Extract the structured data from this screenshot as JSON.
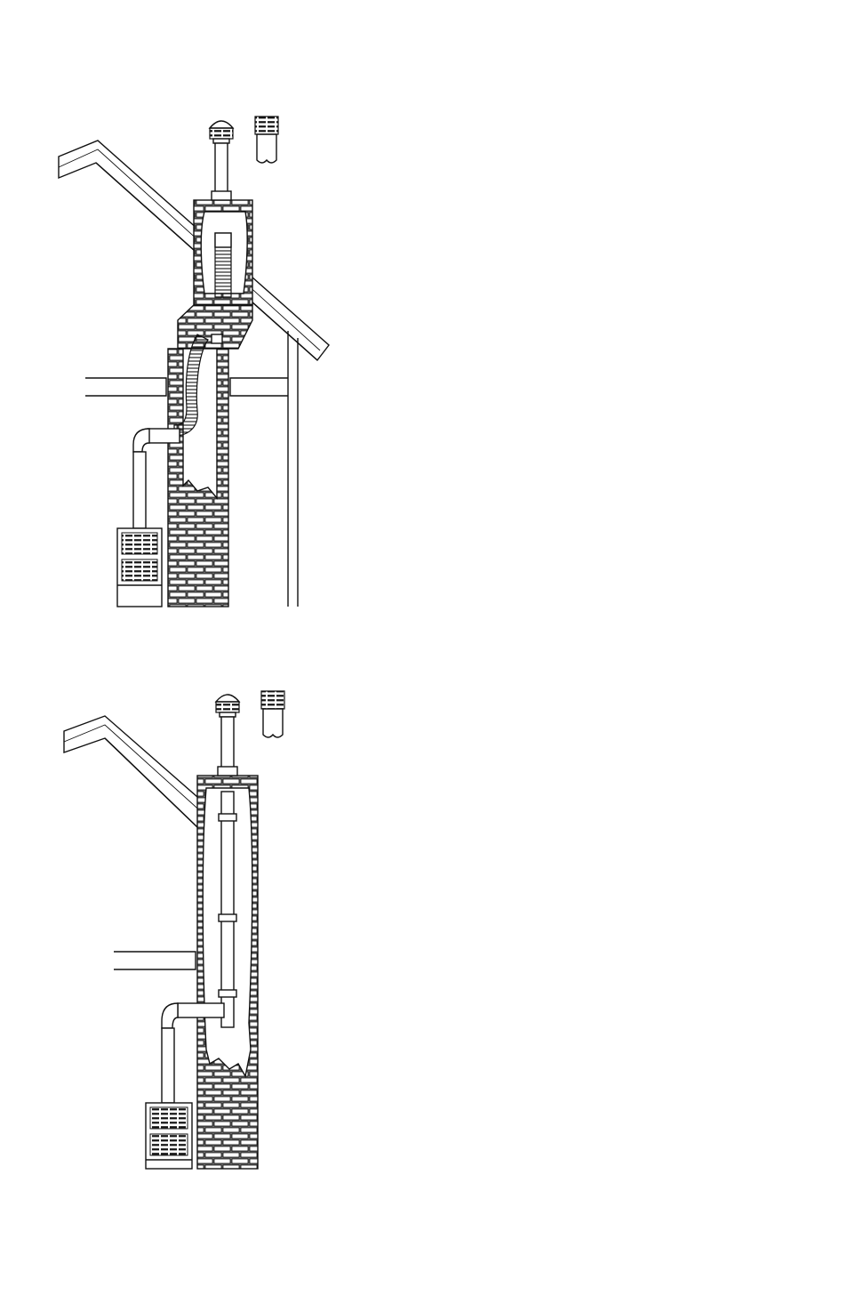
{
  "diagrams": [
    {
      "id": "masonry-chimney-flexible-liner",
      "elements": [
        "roof",
        "vent-cap",
        "alternate-vent-cap",
        "rigid-vent-pipe",
        "flexible-liner",
        "masonry-chimney",
        "ceiling-joist",
        "appliance",
        "vent-connector",
        "exterior-wall"
      ]
    },
    {
      "id": "masonry-chimney-rigid-liner",
      "elements": [
        "roof",
        "vent-cap",
        "alternate-vent-cap",
        "rigid-liner",
        "masonry-chimney",
        "ceiling-joist",
        "appliance",
        "vent-connector"
      ]
    }
  ],
  "colors": {
    "line": "#111111",
    "background": "#ffffff"
  }
}
